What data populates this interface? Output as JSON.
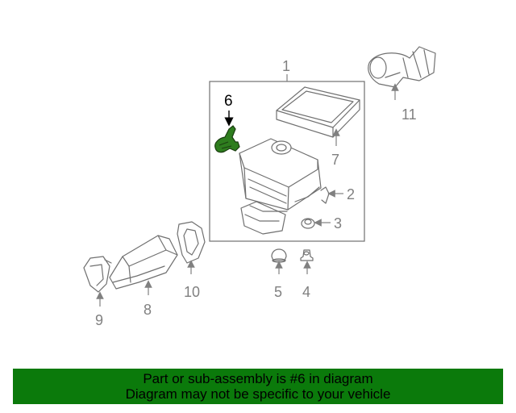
{
  "highlight_color": "#2e7d1e",
  "banner_color": "#0b7a0b",
  "callouts": {
    "c1": "1",
    "c2": "2",
    "c3": "3",
    "c4": "4",
    "c5": "5",
    "c6": "6",
    "c7": "7",
    "c8": "8",
    "c9": "9",
    "c10": "10",
    "c11": "11"
  },
  "banner": {
    "line1": "Part or sub-assembly is #6 in diagram",
    "line2": "Diagram may not be specific to your vehicle"
  }
}
